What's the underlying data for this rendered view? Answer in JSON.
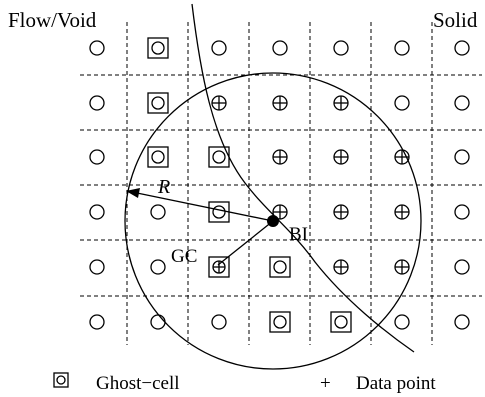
{
  "labels": {
    "left_region": "Flow/Void",
    "right_region": "Solid",
    "radius": "R",
    "boundary_intercept": "BI",
    "ghost_cell": "GC"
  },
  "legend": {
    "ghost_cell": "Ghost−cell",
    "data_point_symbol": "+",
    "data_point": "Data point"
  },
  "grid": {
    "rows": 6,
    "cols": 7,
    "cells": [
      [
        "circle",
        "ghost",
        "circle",
        "circle",
        "circle",
        "circle",
        "circle"
      ],
      [
        "circle",
        "ghost",
        "data",
        "data",
        "data",
        "circle",
        "circle"
      ],
      [
        "circle",
        "ghost",
        "ghost",
        "data",
        "data",
        "data",
        "circle"
      ],
      [
        "circle",
        "circle",
        "ghost",
        "data",
        "data",
        "data",
        "circle"
      ],
      [
        "circle",
        "circle",
        "ghost_data",
        "ghost",
        "data",
        "data",
        "circle"
      ],
      [
        "circle",
        "circle",
        "circle",
        "ghost",
        "ghost",
        "circle",
        "circle"
      ]
    ]
  },
  "icons": {
    "ghost_cell": "square-with-circle-icon",
    "data_point": "circle-with-plus-icon",
    "fluid_cell": "circle-icon",
    "boundary_intercept": "filled-dot-icon"
  }
}
